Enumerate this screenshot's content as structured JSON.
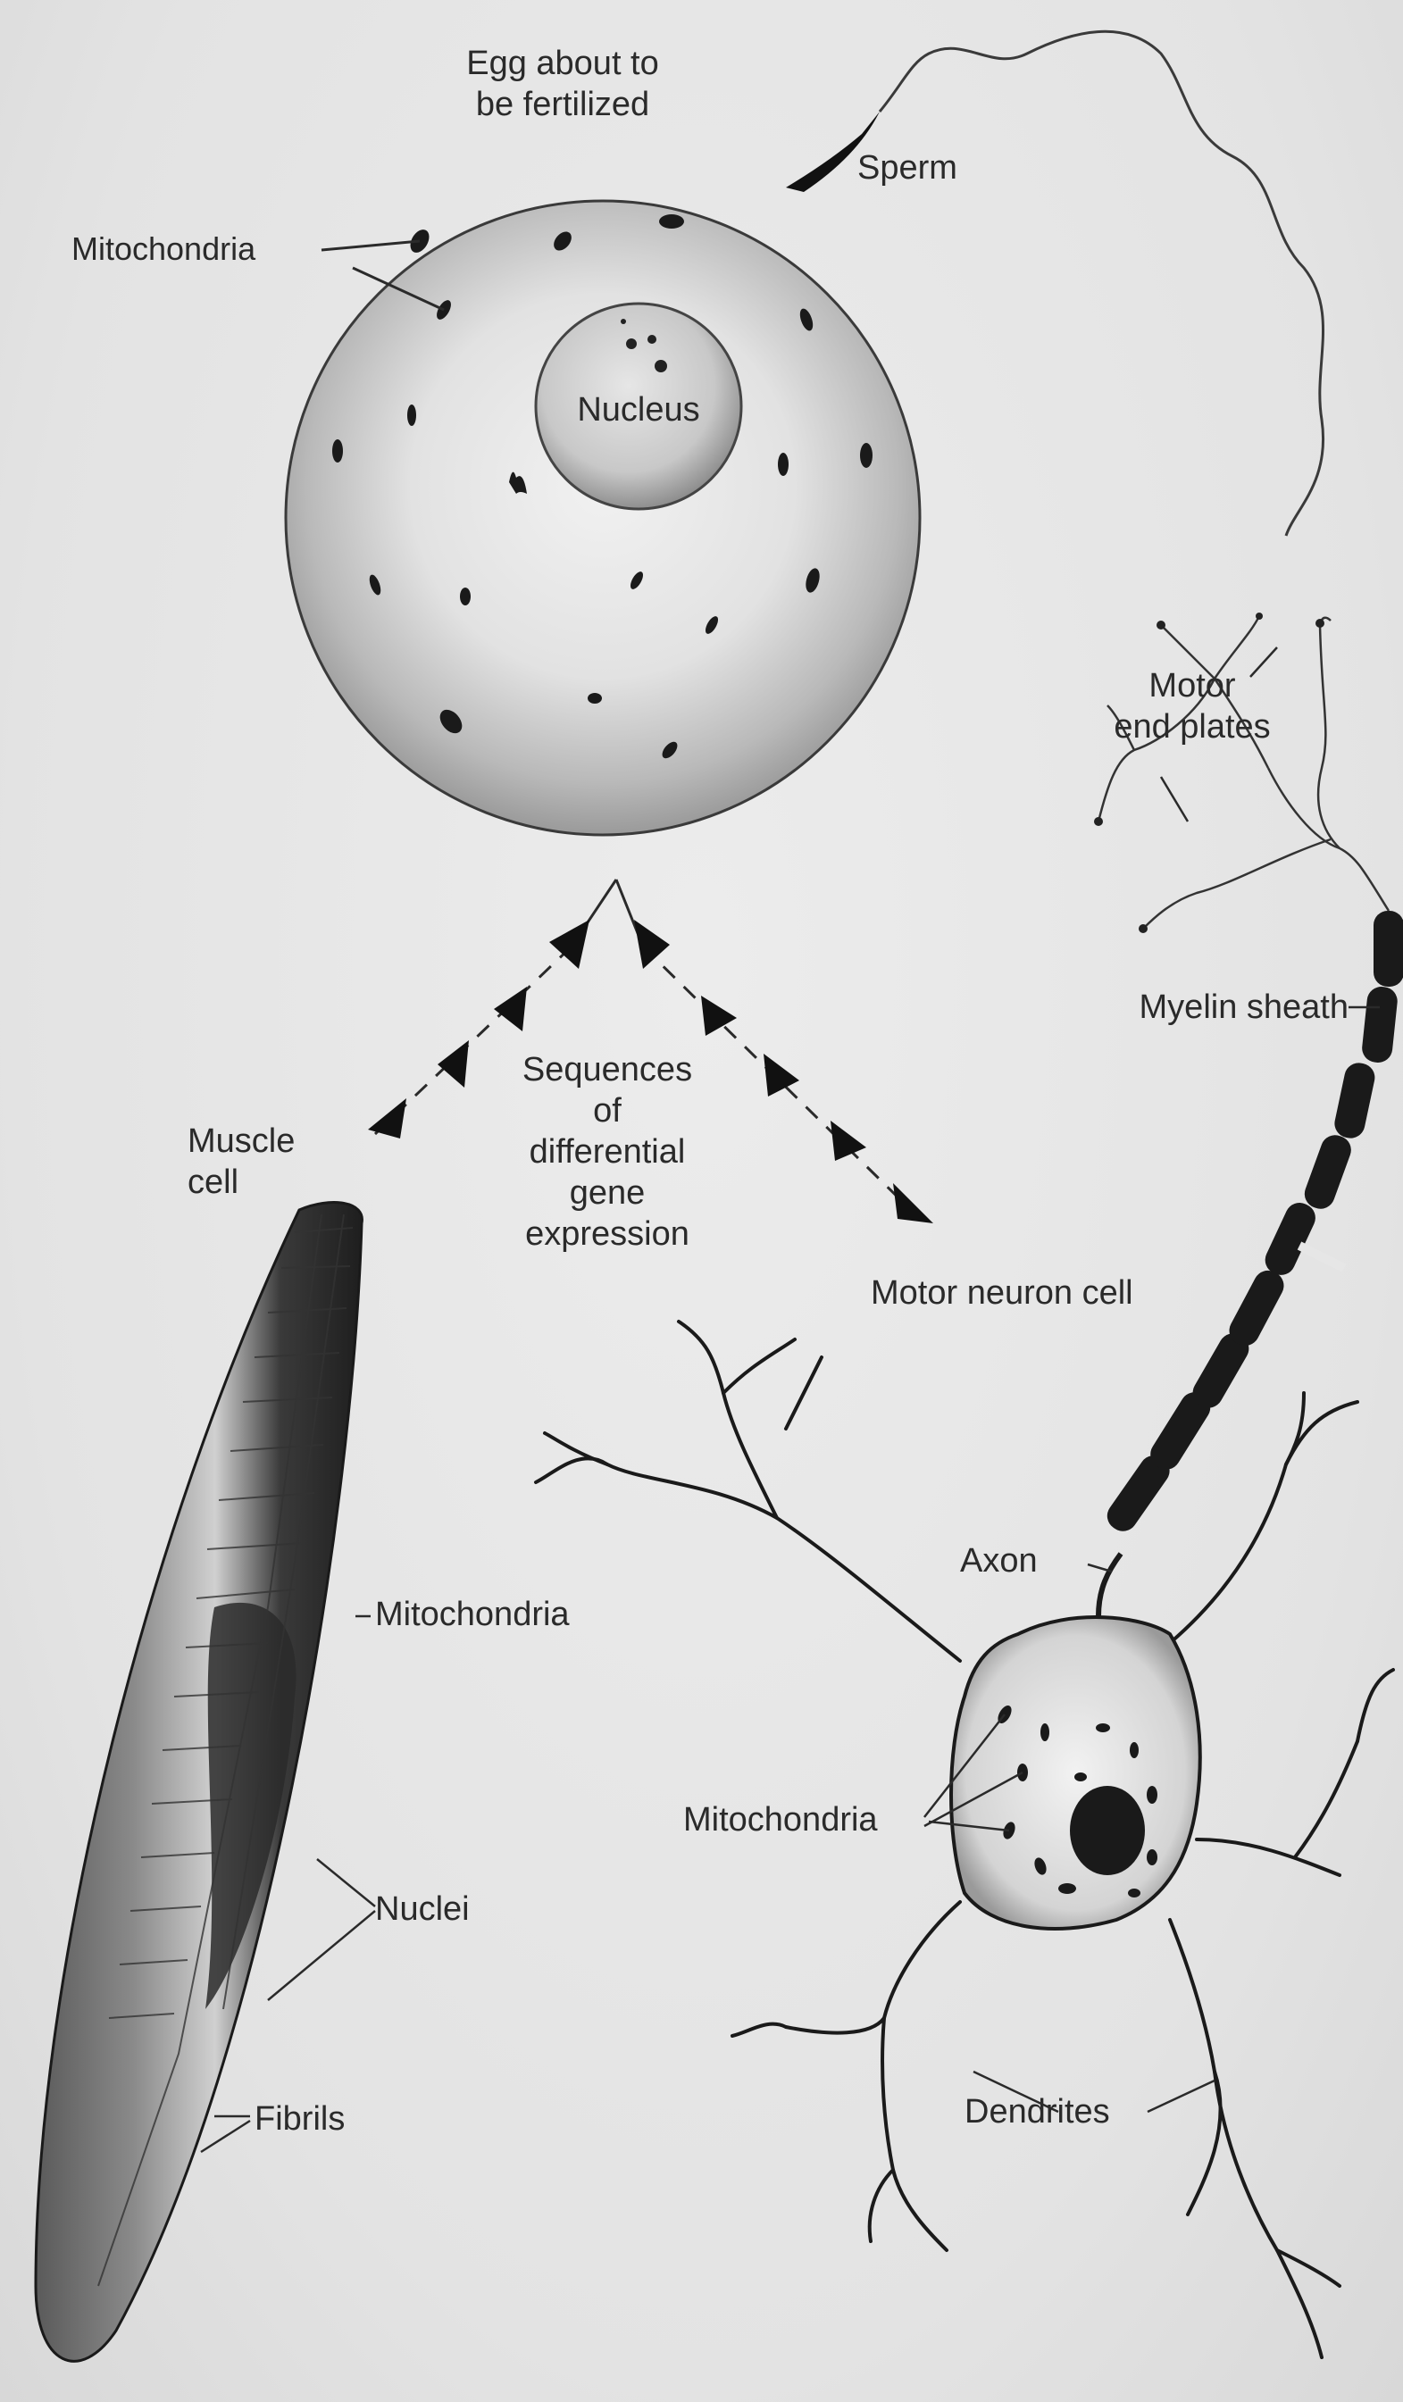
{
  "labels": {
    "egg": "Egg about to\nbe fertilized",
    "sperm": "Sperm",
    "egg_mitochondria": "Mitochondria",
    "nucleus": "Nucleus",
    "motor_end_plates": "Motor\nend plates",
    "myelin_sheath": "Myelin sheath",
    "sequences": "Sequences\nof\ndifferential\ngene\nexpression",
    "muscle_cell": "Muscle\ncell",
    "motor_neuron_cell": "Motor neuron cell",
    "axon": "Axon",
    "muscle_mitochondria": "Mitochondria",
    "neuron_mitochondria": "Mitochondria",
    "nuclei": "Nuclei",
    "fibrils": "Fibrils",
    "dendrites": "Dendrites"
  }
}
